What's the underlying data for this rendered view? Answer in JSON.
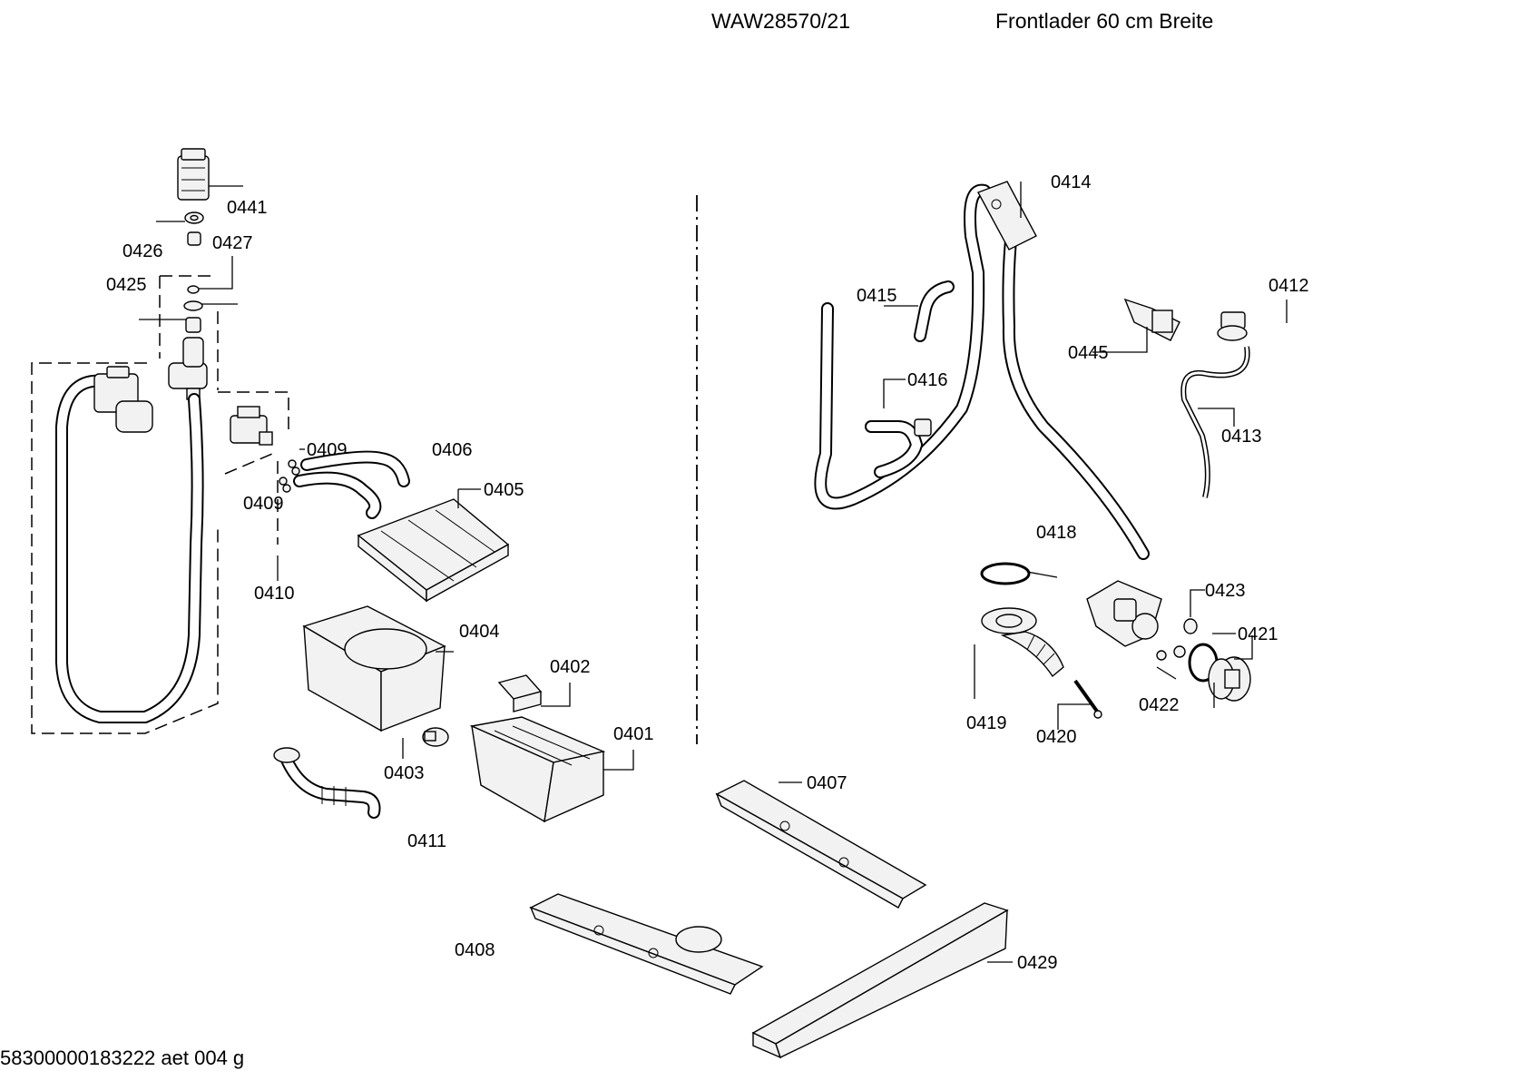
{
  "header": {
    "model": "WAW28570/21",
    "description": "Frontlader 60 cm Breite"
  },
  "footer": {
    "document_id": "58300000183222 aet 004 g"
  },
  "callouts": {
    "c0441": "0441",
    "c0426": "0426",
    "c0427": "0427",
    "c0425": "0425",
    "c0409a": "0409",
    "c0409b": "0409",
    "c0406": "0406",
    "c0405": "0405",
    "c0410": "0410",
    "c0404": "0404",
    "c0402": "0402",
    "c0401": "0401",
    "c0403": "0403",
    "c0411": "0411",
    "c0407": "0407",
    "c0408": "0408",
    "c0429": "0429",
    "c0414": "0414",
    "c0415": "0415",
    "c0412": "0412",
    "c0445": "0445",
    "c0416": "0416",
    "c0413": "0413",
    "c0418": "0418",
    "c0423": "0423",
    "c0421": "0421",
    "c0419": "0419",
    "c0420": "0420",
    "c0422": "0422"
  }
}
